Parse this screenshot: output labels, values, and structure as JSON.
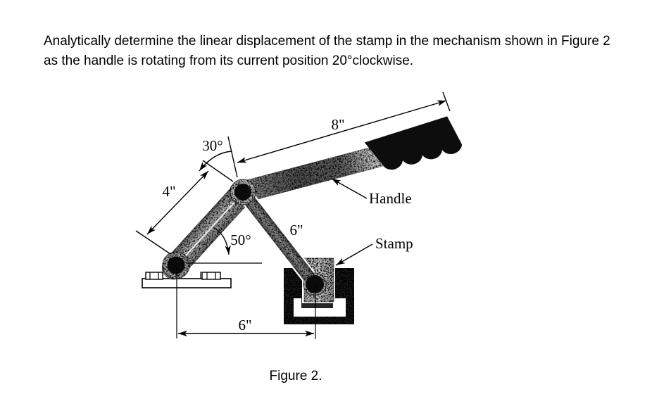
{
  "page": {
    "background": "#ffffff",
    "ink": "#000000",
    "link_gray": "#a8a8a8"
  },
  "problem": {
    "line1": "Analytically determine the linear displacement of the stamp in the mechanism shown in Figure 2",
    "line2": "as the handle is rotating from its current position 20°clockwise."
  },
  "figure": {
    "caption": "Figure 2.",
    "labels": {
      "handle": "Handle",
      "stamp": "Stamp",
      "handle_length": "8\"",
      "rocker_length": "4\"",
      "coupler_length": "6\"",
      "ground_distance": "6\"",
      "handle_angle": "30°",
      "rocker_angle": "50°"
    }
  }
}
